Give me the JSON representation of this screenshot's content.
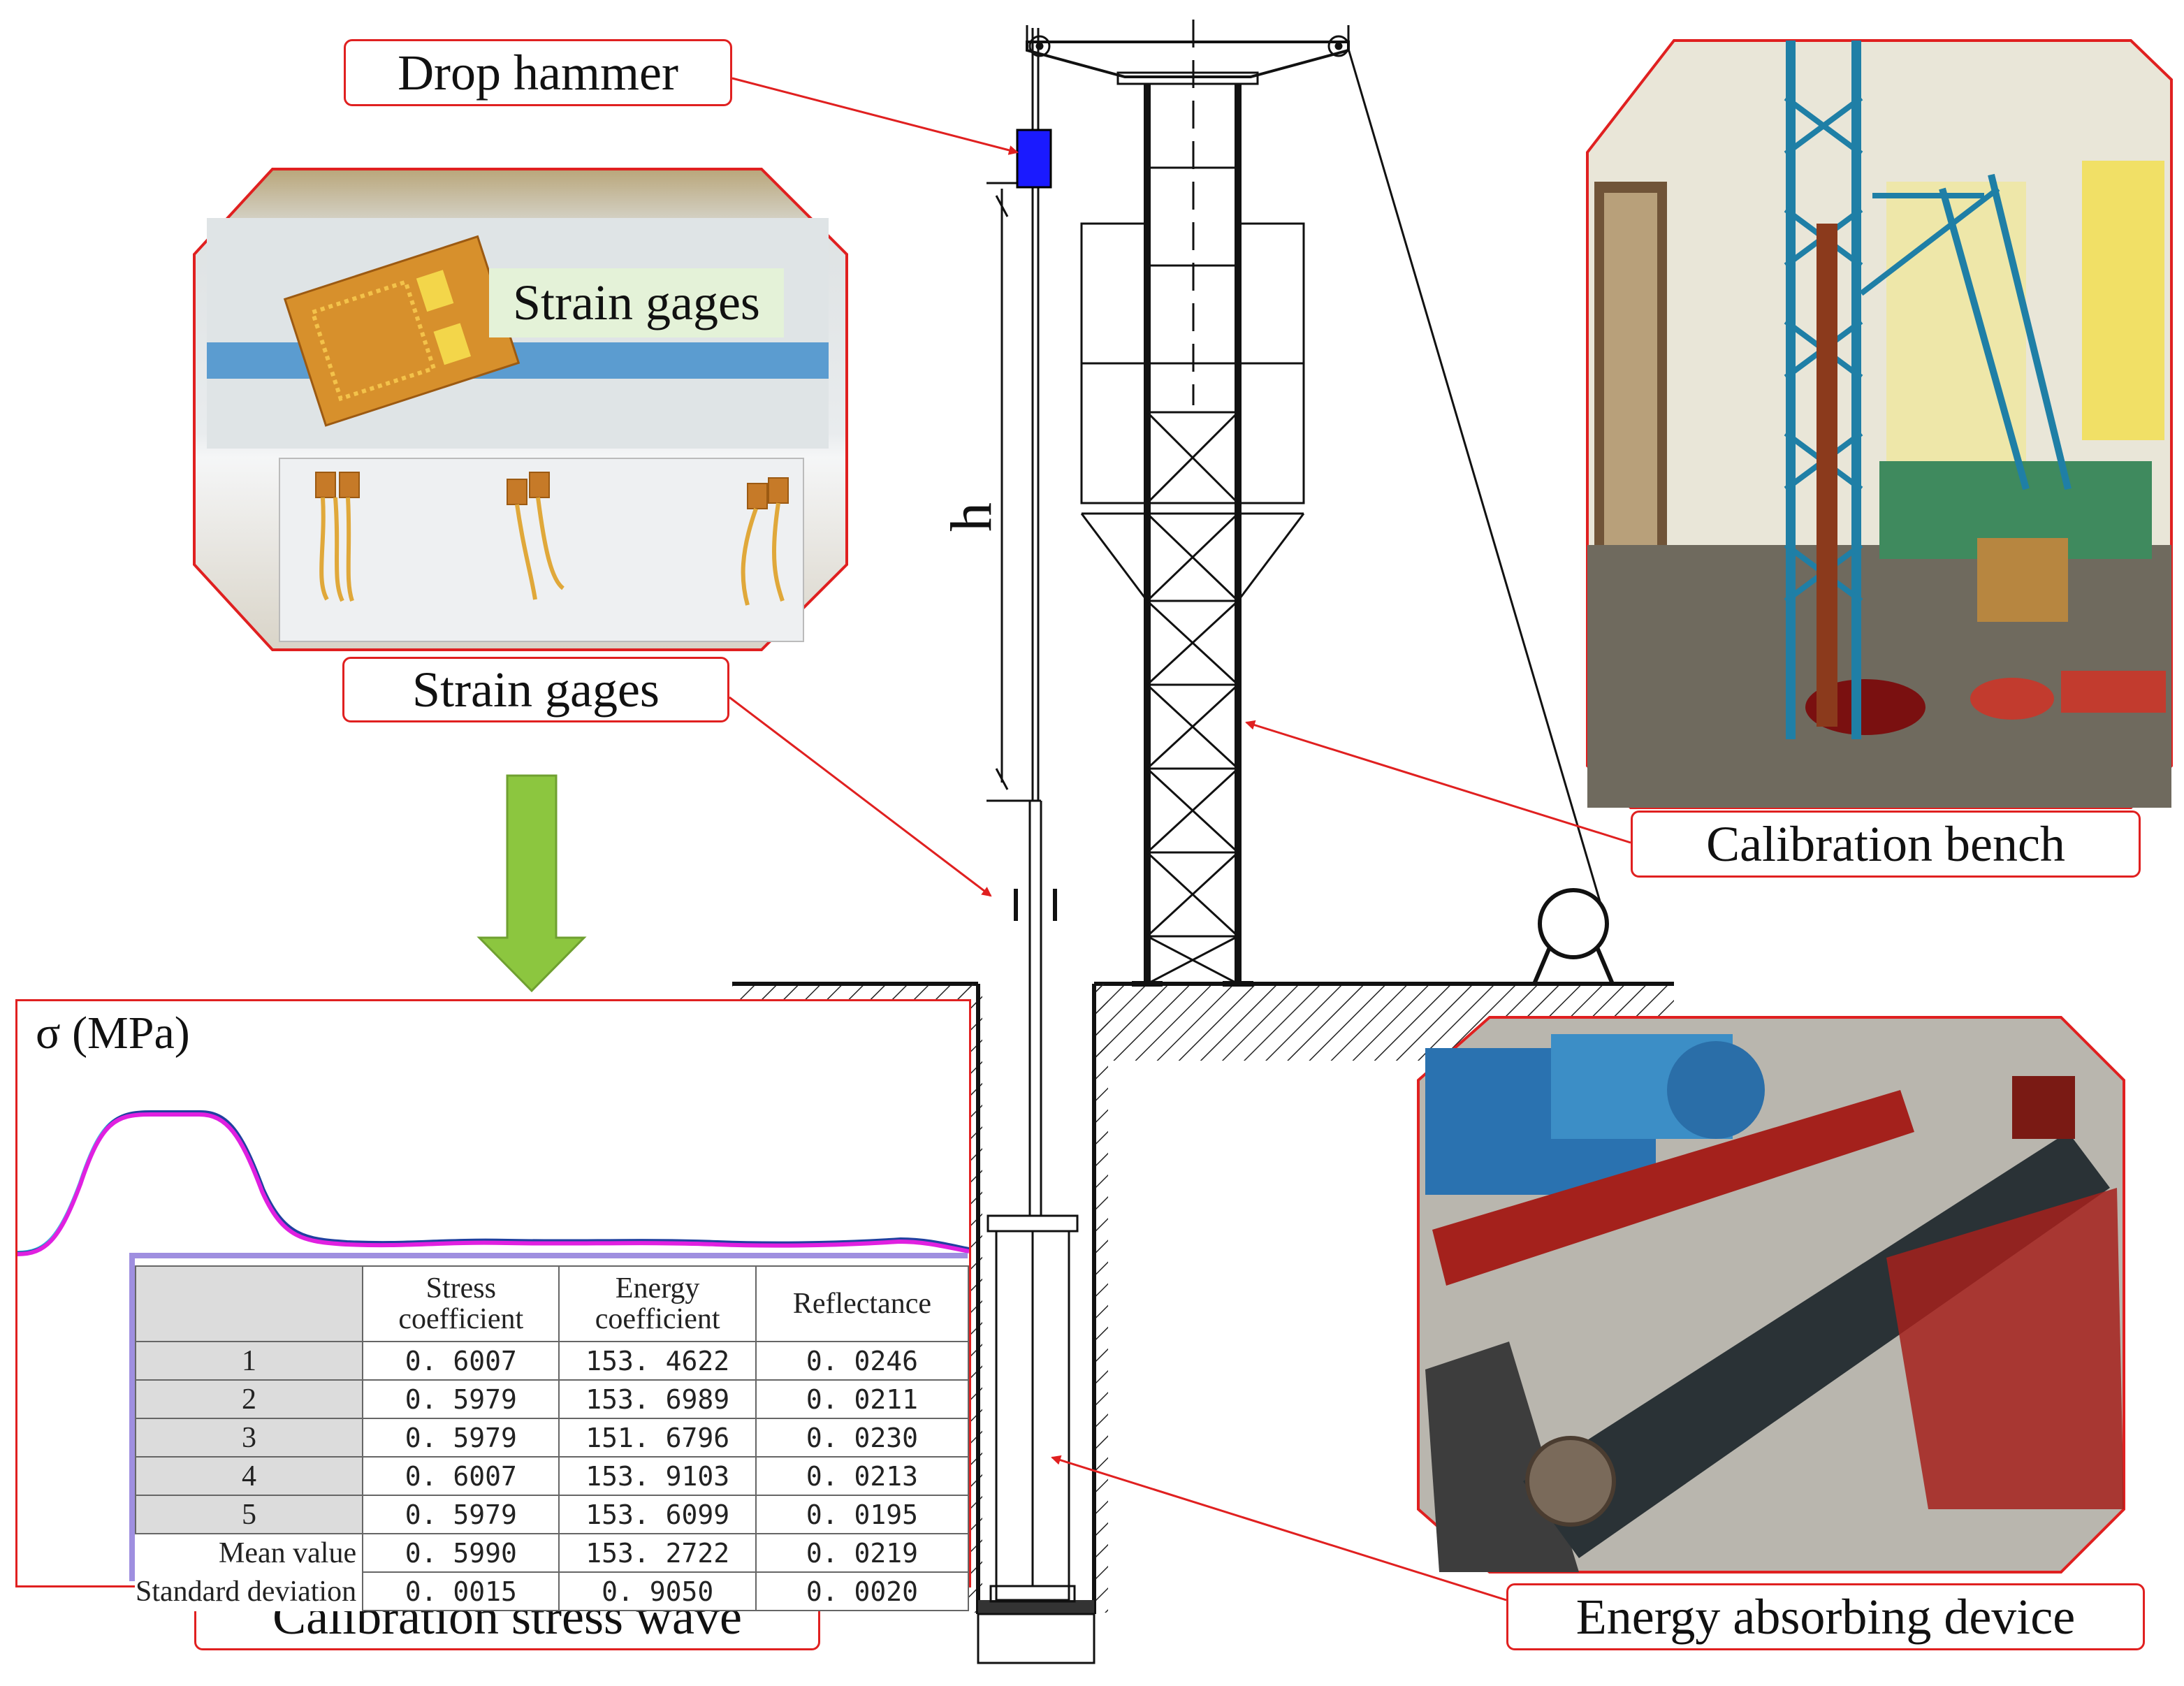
{
  "labels": {
    "drop_hammer": "Drop hammer",
    "strain_gages_photo": "Strain gages",
    "strain_gages": "Strain gages",
    "calibration_bench": "Calibration bench",
    "energy_absorbing_device": "Energy absorbing device",
    "calibration_stress_wave": "Calibration stress wave",
    "height_symbol": "h"
  },
  "stress_wave": {
    "y_axis_label": "σ (MPa)",
    "trace_colors": [
      "#e020e0",
      "#40c0e0",
      "#2040a0"
    ]
  },
  "table": {
    "columns": [
      "Stress coefficient",
      "Energy coefficient",
      "Reflectance"
    ],
    "column_lines": [
      [
        "Stress",
        "coefficient"
      ],
      [
        "Energy",
        "coefficient"
      ],
      [
        "Reflectance"
      ]
    ],
    "rows": [
      {
        "label": "1",
        "stress": "0. 6007",
        "energy": "153. 4622",
        "reflectance": "0. 0246"
      },
      {
        "label": "2",
        "stress": "0. 5979",
        "energy": "153. 6989",
        "reflectance": "0. 0211"
      },
      {
        "label": "3",
        "stress": "0. 5979",
        "energy": "151. 6796",
        "reflectance": "0. 0230"
      },
      {
        "label": "4",
        "stress": "0. 6007",
        "energy": "153. 9103",
        "reflectance": "0. 0213"
      },
      {
        "label": "5",
        "stress": "0. 5979",
        "energy": "153. 6099",
        "reflectance": "0. 0195"
      },
      {
        "label": "Mean value",
        "stress": "0. 5990",
        "energy": "153. 2722",
        "reflectance": "0. 0219"
      },
      {
        "label": "Standard deviation",
        "stress": "0. 0015",
        "energy": "0. 9050",
        "reflectance": "0. 0020"
      }
    ]
  },
  "colors": {
    "callout_border": "#e02020",
    "arrow": "#e02020",
    "hammer": "#1a1aff",
    "down_arrow": "#8cc63f",
    "photo_label_bg": "#e4f2d8"
  }
}
